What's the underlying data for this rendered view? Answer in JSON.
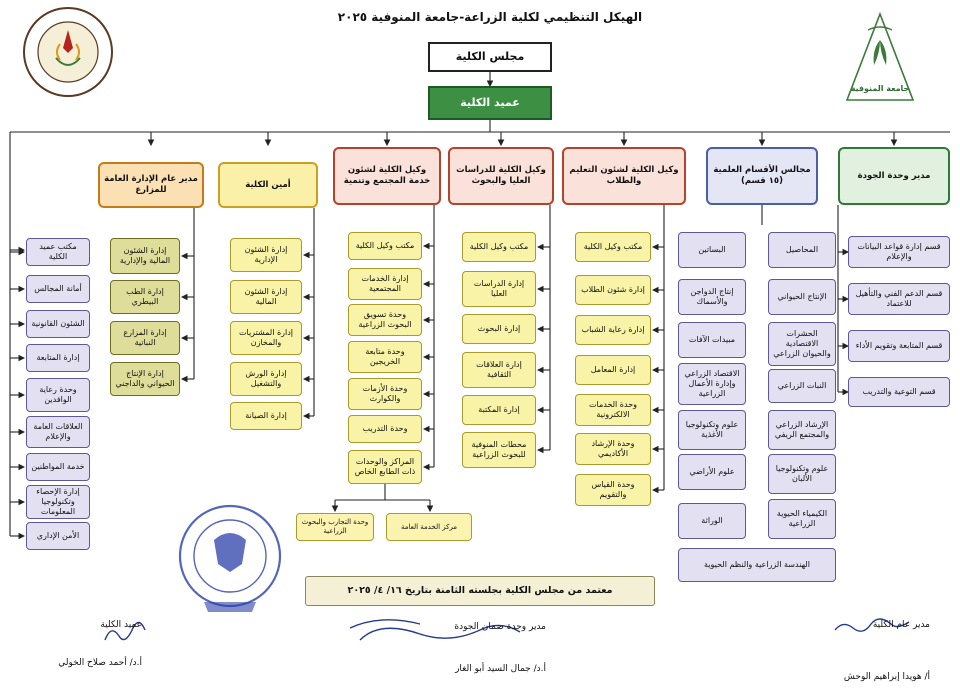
{
  "title": "الهيكل التنظيمي لكلية الزراعة-جامعة المنوفية ٢٠٢٥",
  "council": "مجلس الكلية",
  "dean": "عميد الكلية",
  "heads": [
    "مدير وحدة الجودة",
    "مجالس الأقسام العلمية (١٥ قسم)",
    "وكيل الكلية لشئون التعليم والطلاب",
    "وكيل الكلية للدراسات العليا والبحوث",
    "وكيل الكلية لشئون خدمة المجتمع وتنمية",
    "أمين الكلية",
    "مدير عام الإدارة العامة للمزارع"
  ],
  "quality_units": [
    "قسم إدارة قواعد البيانات والإعلام",
    "قسم الدعم الفني والتأهيل للاعتماد",
    "قسم المتابعة وتقويم الأداء",
    "قسم التوعية والتدريب"
  ],
  "departments_right": [
    "المحاصيل",
    "الإنتاج الحيواني",
    "الحشرات الاقتصادية والحيوان الزراعي",
    "النبات الزراعي",
    "الإرشاد الزراعي والمجتمع الريفي",
    "علوم وتكنولوجيا الألبان",
    "الكيمياء الحيوية الزراعية"
  ],
  "departments_left": [
    "البساتين",
    "إنتاج الدواجن والأسماك",
    "مبيدات الآفات",
    "الاقتصاد الزراعي وإدارة الأعمال الزراعية",
    "علوم وتكنولوجيا الأغذية",
    "علوم الأراضي",
    "الوراثة"
  ],
  "departments_bottom": "الهندسة الزراعية والنظم الحيوية",
  "students_units": [
    "مكتب وكيل الكلية",
    "إدارة شئون الطلاب",
    "إدارة رعاية الشباب",
    "إدارة المعامل",
    "وحدة الخدمات الالكترونية",
    "وحدة الإرشاد الأكاديمي",
    "وحدة القياس والتقويم"
  ],
  "postgrad_units": [
    "مكتب وكيل الكلية",
    "إدارة الدراسات العليا",
    "إدارة البحوث",
    "إدارة العلاقات الثقافية",
    "إدارة المكتبة",
    "محطات المنوفية للبحوث الزراعية"
  ],
  "community_units": [
    "مكتب وكيل الكلية",
    "إدارة الخدمات المجتمعية",
    "وحدة تسويق البحوث الزراعية",
    "وحدة متابعة الخريجين",
    "وحدة الأزمات والكوارث",
    "وحدة التدريب",
    "المراكز والوحدات ذات الطابع الخاص"
  ],
  "special_centers": [
    "مركز الخدمة العامة",
    "وحدة التجارب والبحوث الزراعية"
  ],
  "secretary_units": [
    "إدارة الشئون الإدارية",
    "إدارة الشئون المالية",
    "إدارة المشتريات والمخازن",
    "إدارة الورش والتشغيل",
    "إدارة الصيانة"
  ],
  "farm_units": [
    "إدارة الشئون المالية والإدارية",
    "إدارة الطب البيطري",
    "إدارة المزارع النباتية",
    "إدارة الإنتاج الحيواني والداجني"
  ],
  "dean_office_units": [
    "مكتب عميد الكلية",
    "أمانة المجالس",
    "الشئون القانونية",
    "إدارة المتابعة",
    "وحدة رعاية الوافدين",
    "العلاقات العامة والإعلام",
    "خدمة المواطنين",
    "إدارة الإحصاء وتكنولوجيا المعلومات",
    "الأمن الإداري"
  ],
  "approval": "معتمد من مجلس الكلية بجلسته الثامنة بتاريخ ١٦/ ٤/ ٢٠٢٥",
  "signatures": [
    {
      "role": "مدير عام الكلية",
      "name": "أ/ هويدا إبراهيم الوحش"
    },
    {
      "role": "مدير وحدة ضمان الجودة",
      "name": "أ.د/ جمال السيد أبو الغار"
    },
    {
      "role": "عميد الكلية",
      "name": "أ.د/ أحمد صلاح الخولي"
    }
  ],
  "logo_right_text": "جامعة المنوفية",
  "colors": {
    "quality": "#2f7a36",
    "departments": "#4a5fa8",
    "vice_deans": "#b4422c",
    "secretary": "#c9a122",
    "farms": "#c77a18"
  }
}
